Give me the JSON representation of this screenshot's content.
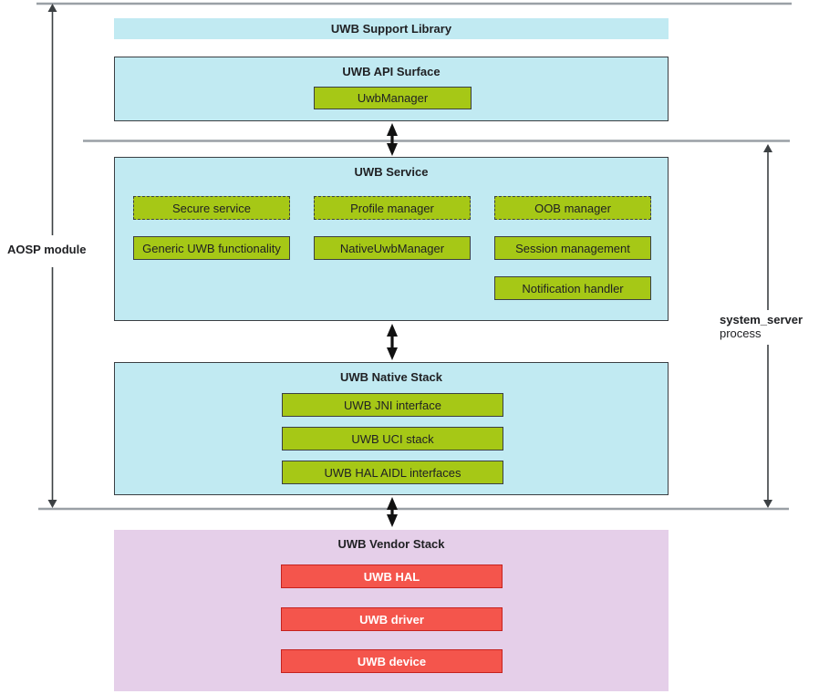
{
  "diagram": {
    "support_library": {
      "title": "UWB Support Library"
    },
    "api_surface": {
      "title": "UWB API Surface",
      "items": [
        "UwbManager"
      ]
    },
    "service": {
      "title": "UWB Service",
      "dashed_items": [
        "Secure service",
        "Profile manager",
        "OOB manager"
      ],
      "solid_items": [
        "Generic UWB functionality",
        "NativeUwbManager",
        "Session management"
      ],
      "extra_item": "Notification handler"
    },
    "native_stack": {
      "title": "UWB Native Stack",
      "items": [
        "UWB JNI interface",
        "UWB UCI stack",
        "UWB HAL AIDL interfaces"
      ]
    },
    "vendor_stack": {
      "title": "UWB Vendor Stack",
      "items": [
        "UWB HAL",
        "UWB driver",
        "UWB device"
      ]
    },
    "labels": {
      "aosp_module": "AOSP module",
      "system_server": "system_server",
      "process": "process"
    },
    "colors": {
      "layer_cyan": "#c1eaf2",
      "chip_green": "#a6c816",
      "chip_red": "#f4554c",
      "chip_red_border": "#c5221f",
      "vendor_lavender": "#e5cfe9",
      "separator_gray": "#9aa0a6",
      "arrow_black": "#111111",
      "arrow_gray": "#5f6368"
    }
  }
}
